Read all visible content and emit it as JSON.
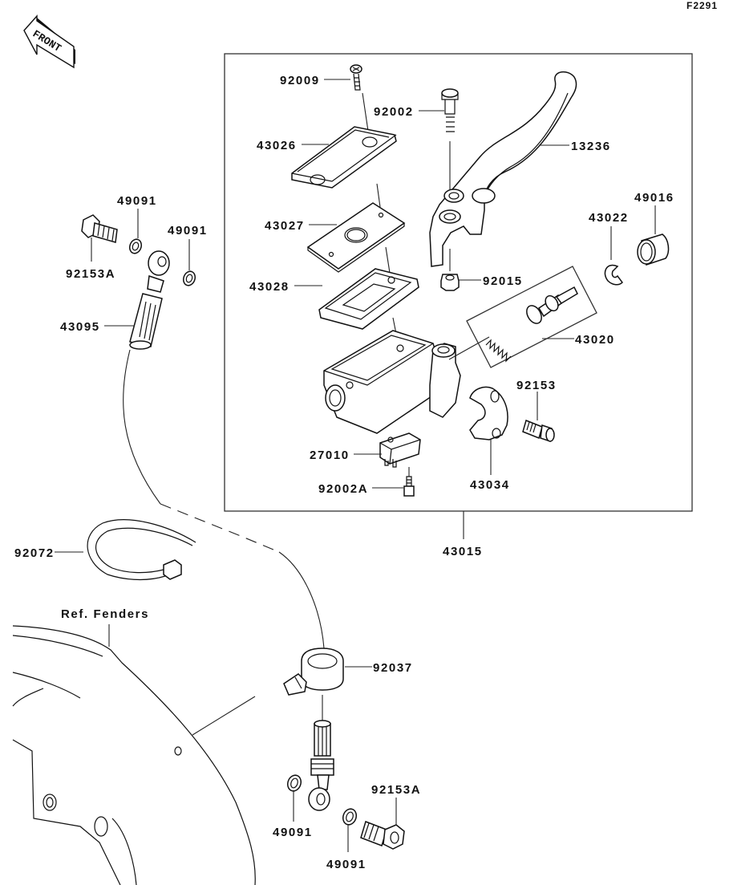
{
  "diagram": {
    "figure_code": "F2291",
    "direction_indicator": "FRONT",
    "reference_note": "Ref. Fenders",
    "assembly": {
      "part_number": "43015",
      "contents": [
        "92009",
        "43026",
        "43027",
        "43028",
        "92002",
        "13236",
        "92015",
        "43022",
        "49016",
        "43020",
        "92153",
        "43034",
        "27010",
        "92002A"
      ]
    },
    "parts": [
      {
        "id": "p92009",
        "number": "92009",
        "name": "screw"
      },
      {
        "id": "p92002",
        "number": "92002",
        "name": "lever pivot bolt"
      },
      {
        "id": "p43026",
        "number": "43026",
        "name": "reservoir cap"
      },
      {
        "id": "p13236",
        "number": "13236",
        "name": "brake lever"
      },
      {
        "id": "p43027",
        "number": "43027",
        "name": "cap plate"
      },
      {
        "id": "p43028",
        "number": "43028",
        "name": "diaphragm"
      },
      {
        "id": "p92015",
        "number": "92015",
        "name": "nut"
      },
      {
        "id": "p43022",
        "number": "43022",
        "name": "circlip"
      },
      {
        "id": "p49016",
        "number": "49016",
        "name": "dust boot"
      },
      {
        "id": "p43020",
        "number": "43020",
        "name": "piston kit"
      },
      {
        "id": "p92153",
        "number": "92153",
        "name": "clamp bolt"
      },
      {
        "id": "p43034",
        "number": "43034",
        "name": "holder clamp"
      },
      {
        "id": "p27010",
        "number": "27010",
        "name": "brake light switch"
      },
      {
        "id": "p92002A",
        "number": "92002A",
        "name": "switch screw"
      },
      {
        "id": "p43015",
        "number": "43015",
        "name": "master cylinder assembly"
      },
      {
        "id": "p49091a",
        "number": "49091",
        "name": "gasket upper left"
      },
      {
        "id": "p49091b",
        "number": "49091",
        "name": "gasket upper right"
      },
      {
        "id": "p92153Aa",
        "number": "92153A",
        "name": "banjo bolt upper"
      },
      {
        "id": "p43095",
        "number": "43095",
        "name": "brake hose"
      },
      {
        "id": "p92072",
        "number": "92072",
        "name": "cable band"
      },
      {
        "id": "p92037",
        "number": "92037",
        "name": "hose clamp"
      },
      {
        "id": "p49091c",
        "number": "49091",
        "name": "gasket lower left"
      },
      {
        "id": "p49091d",
        "number": "49091",
        "name": "gasket lower right"
      },
      {
        "id": "p92153Ab",
        "number": "92153A",
        "name": "banjo bolt lower"
      }
    ]
  }
}
